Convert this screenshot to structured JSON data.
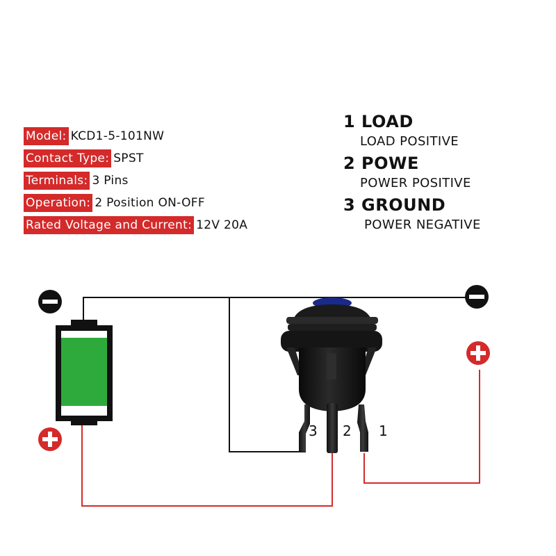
{
  "specs": [
    {
      "label": "Model:",
      "value": "KCD1-5-101NW"
    },
    {
      "label": "Contact Type:",
      "value": "SPST"
    },
    {
      "label": "Terminals:",
      "value": "3 Pins"
    },
    {
      "label": "Operation:",
      "value": "2 Position ON-OFF"
    },
    {
      "label": "Rated Voltage and Current:",
      "value": "12V 20A"
    }
  ],
  "pins": [
    {
      "title": "1 LOAD",
      "desc": "LOAD  POSITIVE"
    },
    {
      "title": "2 POWE",
      "desc": "POWER POSITIVE"
    },
    {
      "title": "3 GROUND",
      "desc": "POWER NEGATIVE"
    }
  ],
  "terminal_numbers": [
    "3",
    "2",
    "1"
  ],
  "colors": {
    "label_bg": "#d42a2a",
    "wire_negative": "#111111",
    "wire_positive": "#d42a2a",
    "battery_fill": "#2eaa3c"
  },
  "icons": {
    "negative": "minus-circle-icon",
    "positive": "plus-circle-icon"
  }
}
